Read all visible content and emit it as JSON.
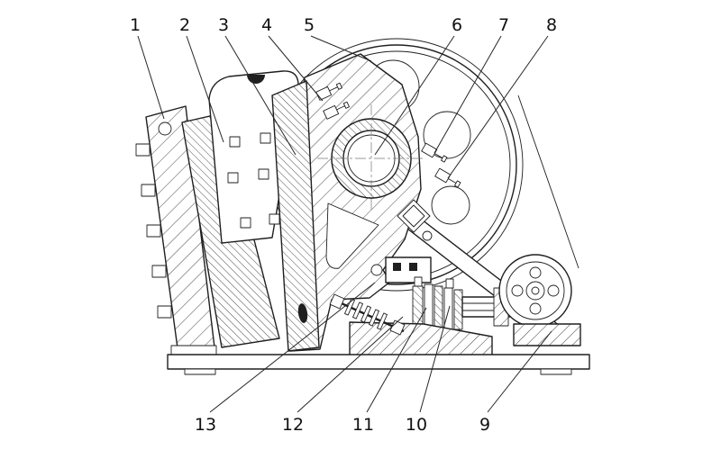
{
  "diagram": {
    "background_color": "#ffffff",
    "line_color": "#1f1f1f"
  },
  "callouts": {
    "labels": [
      "1",
      "2",
      "3",
      "4",
      "5",
      "6",
      "7",
      "8",
      "9",
      "10",
      "11",
      "12",
      "13"
    ]
  }
}
